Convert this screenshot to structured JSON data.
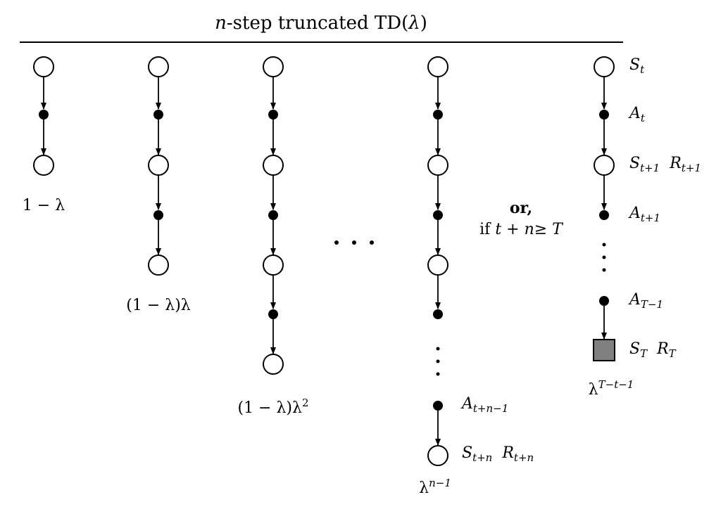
{
  "title": {
    "n": "n",
    "rest": "-step truncated TD(",
    "lam": "λ",
    "close": ")"
  },
  "weights": {
    "col1": "1 − λ",
    "col2": "(1 − λ)λ",
    "col3_base": "(1 − λ)λ",
    "col3_exp": "2",
    "col4_base": "λ",
    "col4_exp": "n−1",
    "col5_base": "λ",
    "col5_exp": "T−t−1"
  },
  "ellipsis": "· · ·",
  "condition": {
    "or": "or,",
    "if": "if",
    "expr": "t + n≥  T"
  },
  "col4_labels": {
    "a_main": "A",
    "a_sub": "t+n−1",
    "s_main": "S",
    "s_sub": "t+n",
    "r_main": "R",
    "r_sub": "t+n"
  },
  "col5_labels": {
    "s0_main": "S",
    "s0_sub": "t",
    "a0_main": "A",
    "a0_sub": "t",
    "s1_main": "S",
    "s1_sub": "t+1",
    "r1_main": "R",
    "r1_sub": "t+1",
    "a1_main": "A",
    "a1_sub": "t+1",
    "a2_main": "A",
    "a2_sub": "T−1",
    "sT_main": "S",
    "sT_sub": "T",
    "rT_main": "R",
    "rT_sub": "T"
  },
  "colors": {
    "terminal_fill": "#808080",
    "ink": "#000000"
  }
}
